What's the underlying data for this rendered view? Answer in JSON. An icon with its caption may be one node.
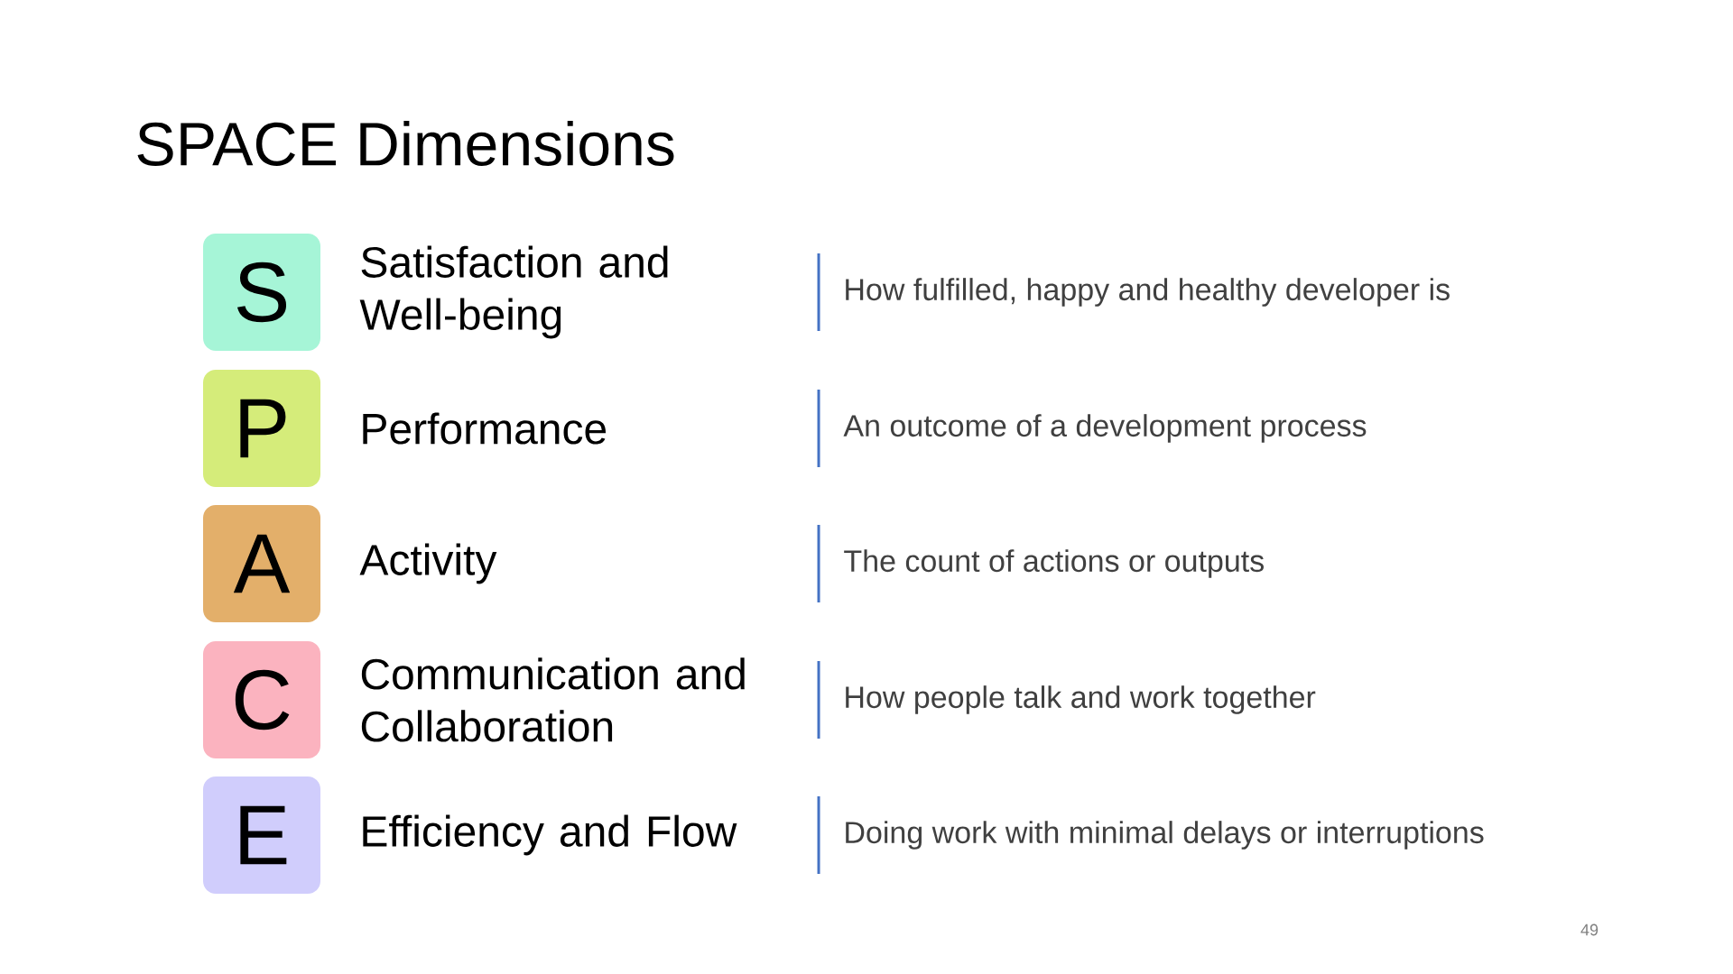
{
  "diagram": {
    "title": "SPACE Dimensions",
    "nodes": [
      {
        "text": [
          "S"
        ],
        "beside": [
          "Satisfaction and Well-being"
        ]
      },
      {
        "text": [
          "P"
        ],
        "beside": [
          "Performance"
        ]
      },
      {
        "text": [
          "A"
        ],
        "beside": [
          "Activity"
        ]
      },
      {
        "text": [
          "C"
        ],
        "beside": [
          "Communication and Collaboration"
        ]
      },
      {
        "text": [
          "E"
        ],
        "beside": [
          "Efficiency and Flow"
        ]
      }
    ],
    "labels": [
      "How fulfilled, happy and healthy developer is",
      "An outcome of a development process",
      "The count of actions or outputs",
      "How people talk and work together",
      "Doing work with minimal delays or interruptions",
      "49"
    ]
  }
}
